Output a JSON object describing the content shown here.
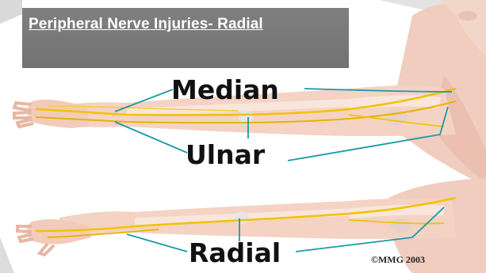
{
  "slide": {
    "title": "Peripheral Nerve Injuries- Radial"
  },
  "labels": {
    "median": "Median",
    "ulnar": "Ulnar",
    "radial": "Radial"
  },
  "copyright": "©MMG 2003",
  "colors": {
    "title_bg": "#7a7a7a",
    "skin": "#f4d2c2",
    "nerve": "#f2c200",
    "pointer": "#1a9aa6"
  }
}
